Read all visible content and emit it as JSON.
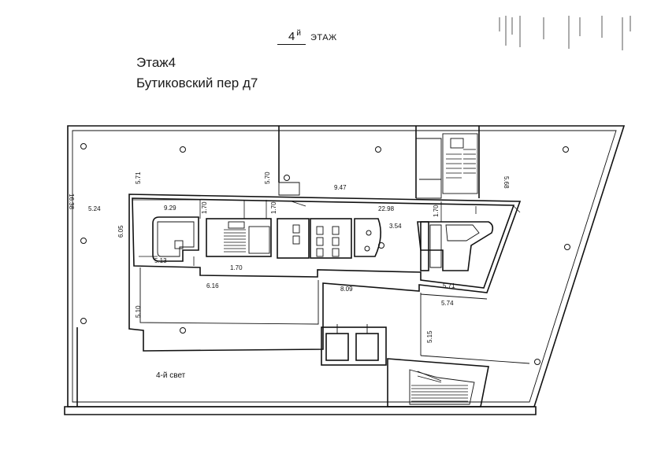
{
  "header": {
    "floor_number": "4",
    "floor_suffix": "й",
    "floor_label": "ЭТАЖ"
  },
  "title": {
    "line1": "Этаж4",
    "line2": "Бутиковский пер д7"
  },
  "plan": {
    "dimensions": {
      "d1": "16.38",
      "d2": "5.24",
      "d3": "5.71",
      "d4": "5.70",
      "d5": "9.47",
      "d6": "5.68",
      "d7": "6.05",
      "d8": "9.29",
      "d9": "1.70",
      "d10": "1.70",
      "d11": "22.98",
      "d12": "1.70",
      "d13": "3.54",
      "d14": "5.13",
      "d15": "1.70",
      "d16": "6.16",
      "d17": "8.09",
      "d18": "5.71",
      "d19": "5.74",
      "d20": "5.10",
      "d21": "5.15"
    },
    "room_label": "4-й свет"
  }
}
